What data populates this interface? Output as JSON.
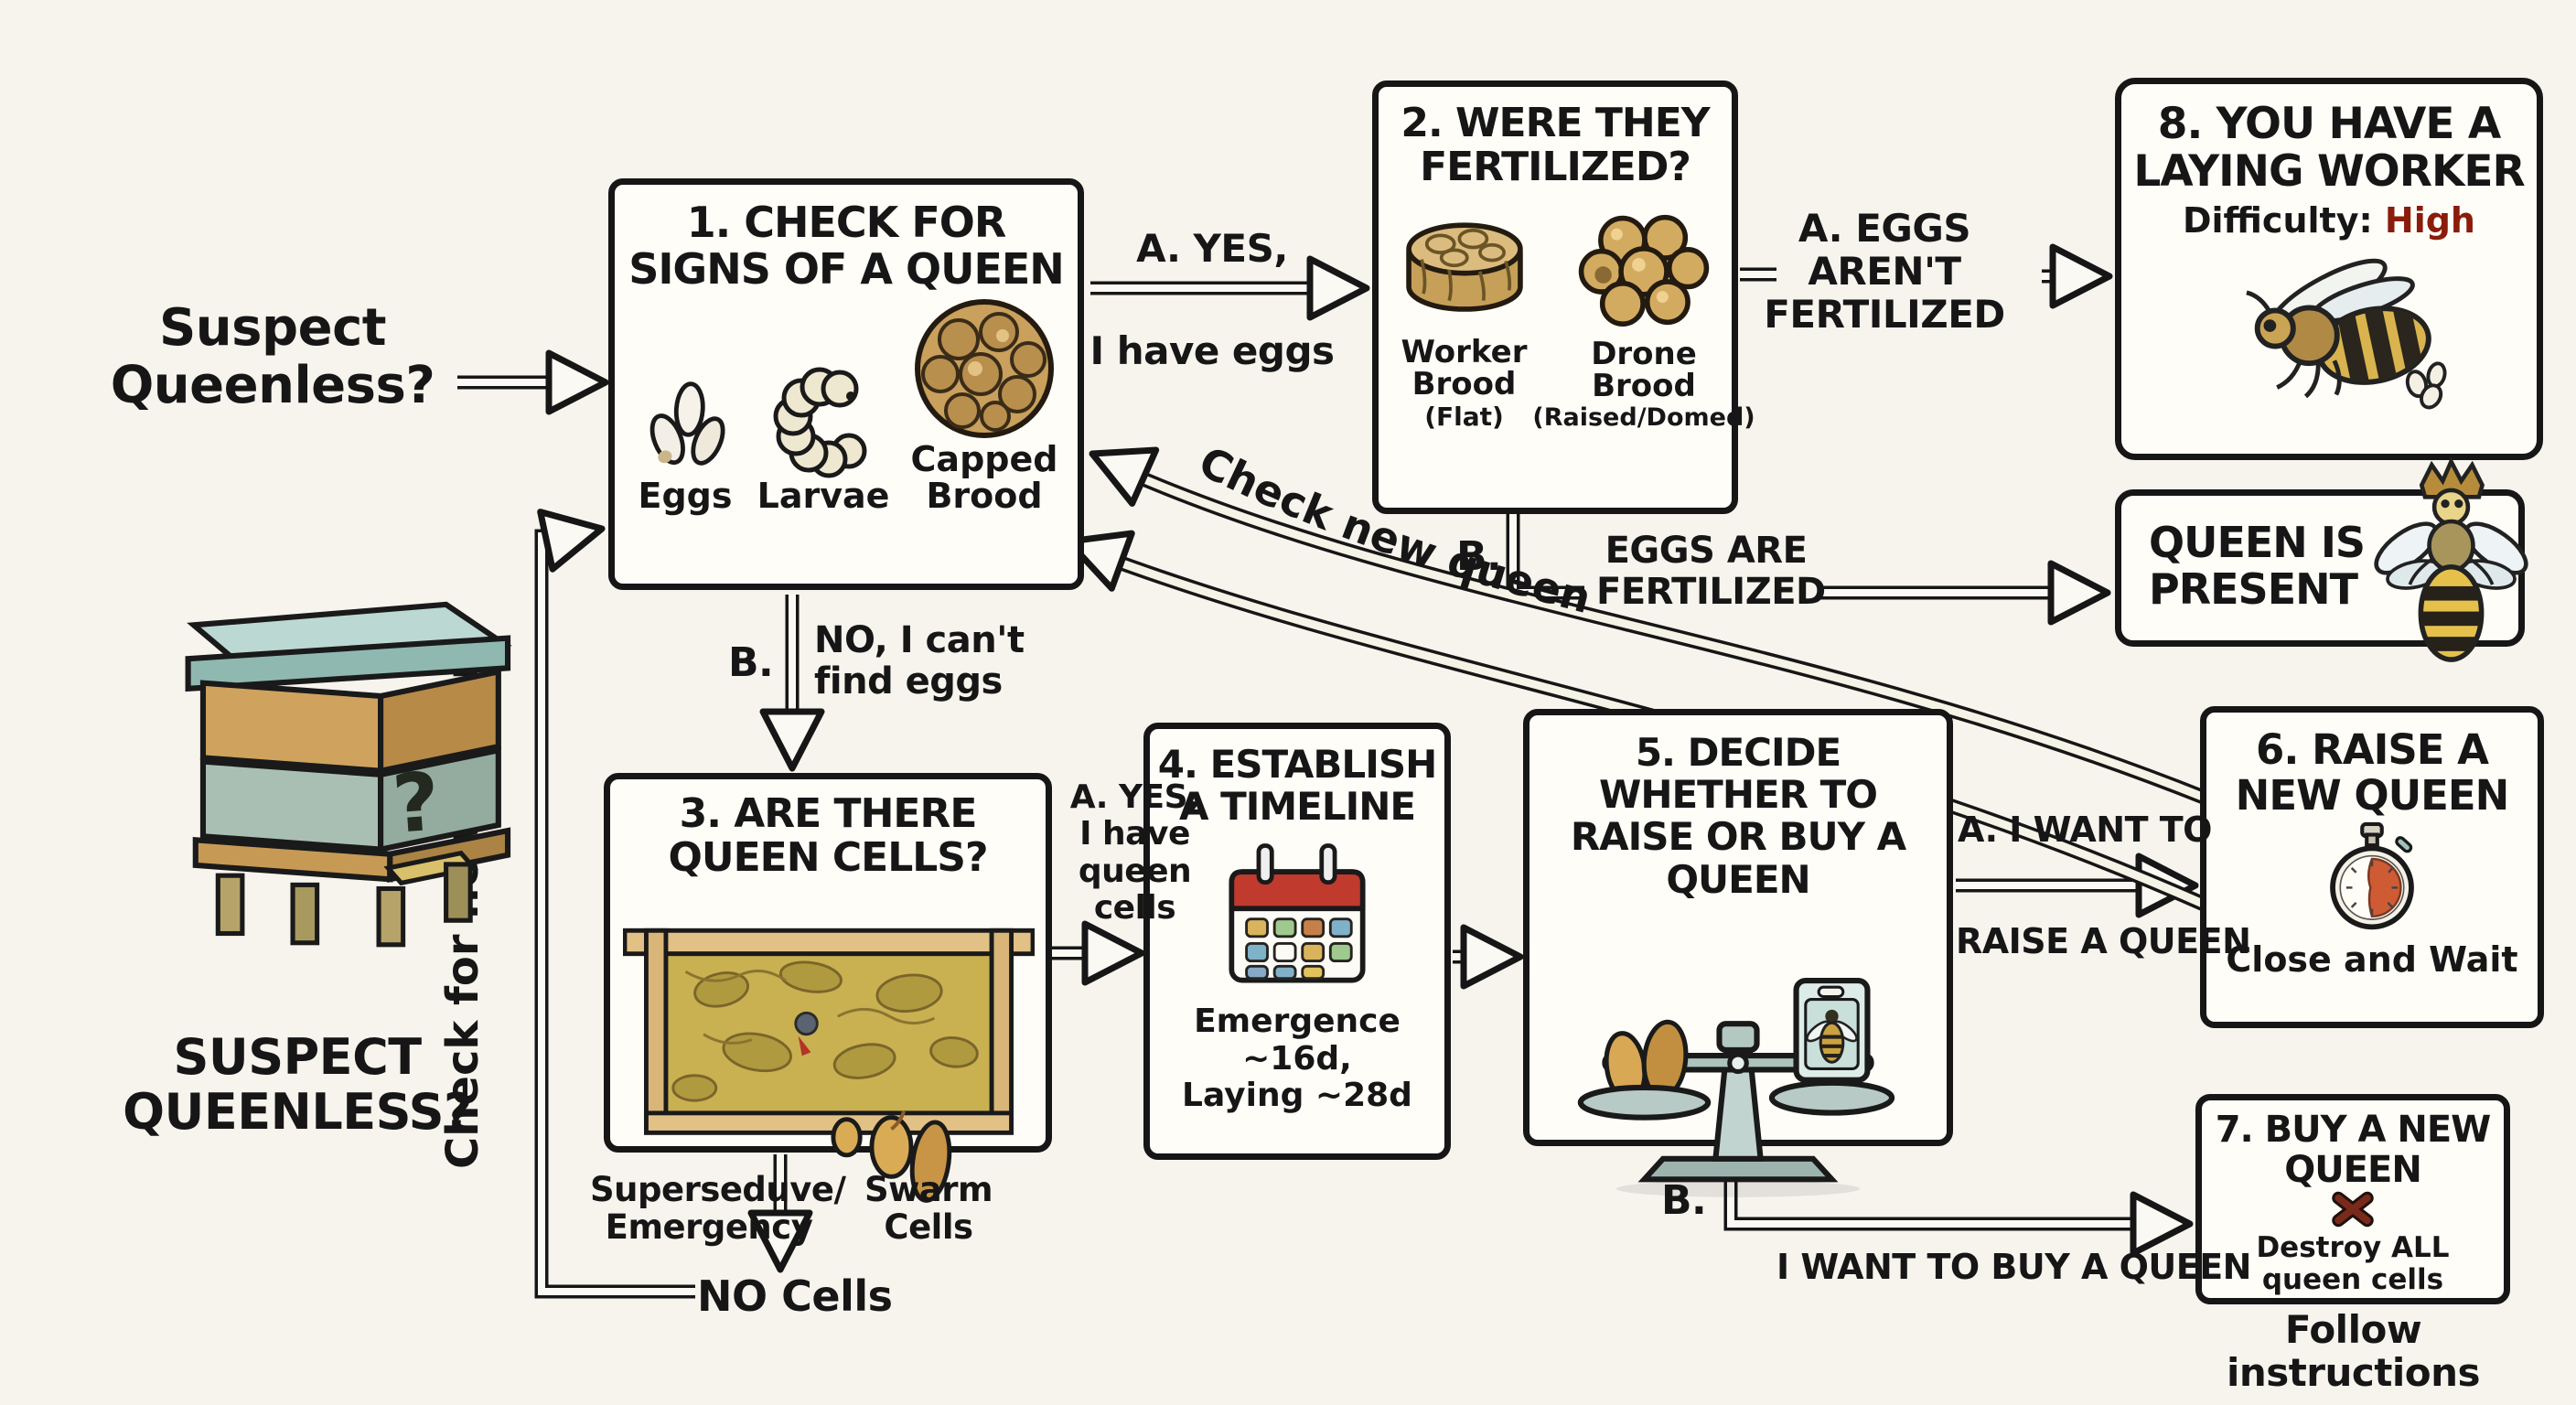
{
  "page": {
    "background": "#f7f4ee",
    "ink": "#161616",
    "box_fill": "#fffdf8"
  },
  "left": {
    "suspect_top": "Suspect\nQueenless?",
    "suspect_bottom": "SUSPECT\nQUEENLESS?",
    "hive_question_mark": "?",
    "check_for_new_queen": "Check for new queen"
  },
  "boxes": {
    "box1": {
      "title": "1. CHECK FOR\nSIGNS OF A QUEEN",
      "items": [
        {
          "icon": "eggs-icon",
          "label": "Eggs"
        },
        {
          "icon": "larva-icon",
          "label": "Larvae"
        },
        {
          "icon": "capped-brood-icon",
          "label": "Capped\nBrood"
        }
      ]
    },
    "box2": {
      "title": "2. WERE THEY\nFERTILIZED?",
      "items": [
        {
          "icon": "worker-brood-icon",
          "label": "Worker\nBrood",
          "sub": "(Flat)"
        },
        {
          "icon": "drone-brood-icon",
          "label": "Drone\nBrood",
          "sub": "(Raised/Domed)"
        }
      ]
    },
    "box3": {
      "title": "3. ARE THERE\nQUEEN CELLS?",
      "icon": "queen-cells-frame-icon",
      "below_left": "Superseduve/\nEmergency",
      "below_right": "Swarm\nCells",
      "below_arrow_label": "NO Cells"
    },
    "box4": {
      "title": "4. ESTABLISH\nA TIMELINE",
      "icon": "calendar-icon",
      "caption": "Emergence ~16d,\nLaying ~28d"
    },
    "box5": {
      "title": "5. DECIDE WHETHER TO\nRAISE OR BUY A QUEEN",
      "icon": "balance-scale-icon"
    },
    "box6": {
      "title": "6. RAISE A\nNEW QUEEN",
      "icon": "stopwatch-icon",
      "caption": "Close and Wait"
    },
    "box7": {
      "title": "7. BUY A NEW\nQUEEN",
      "icon": "x-mark-icon",
      "caption": "Destroy ALL\nqueen cells",
      "below": "Follow instructions"
    },
    "box8": {
      "title": "8. YOU HAVE A\nLAYING WORKER",
      "difficulty_label": "Difficulty:",
      "difficulty_value": "High",
      "difficulty_color": "#8a1c0c",
      "icon": "laying-worker-bee-icon"
    },
    "queen_present": {
      "title": "QUEEN IS\nPRESENT",
      "icon": "queen-bee-icon"
    }
  },
  "edges": {
    "a_yes_top": "A. YES,",
    "i_have_eggs": "I have eggs",
    "a_eggs_arent": "A. EGGS AREN'T\nFERTILIZED",
    "b_top": "B.",
    "eggs_are_fertilized": "EGGS ARE\nFERTILIZED",
    "b_mid": "B.",
    "no_cant_find_eggs": "NO, I can't\nfind eggs",
    "a_yes_queen_cells": "A. YES,\nI have\nqueen\ncells",
    "a_i_want_to": "A. I WANT TO",
    "raise_a_queen": "RAISE A QUEEN",
    "b_bottom": "B.",
    "i_want_to_buy": "I WANT TO BUY A QUEEN",
    "check_new_queen": "Check new queen"
  }
}
